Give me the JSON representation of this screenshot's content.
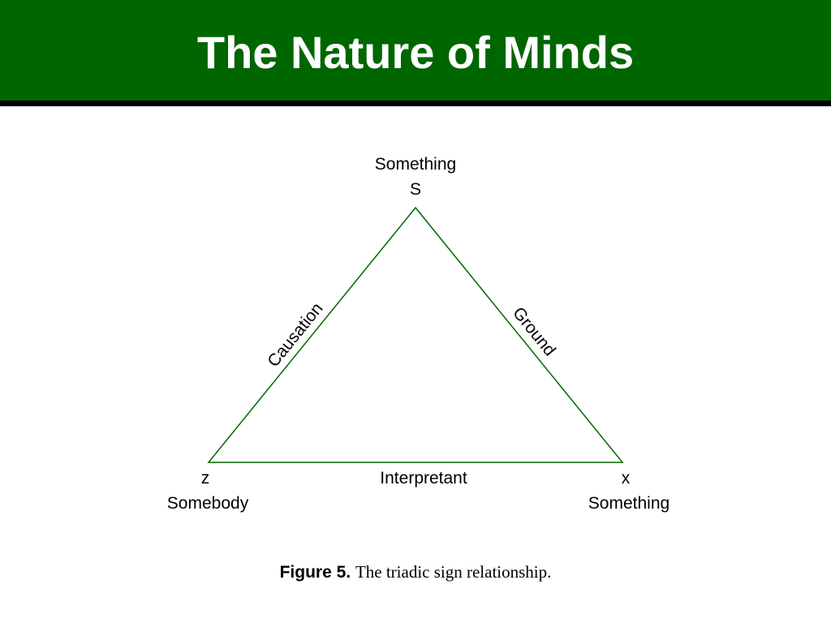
{
  "slide": {
    "title": "The Nature of Minds",
    "header_color": "#006600",
    "rule_color": "#000000"
  },
  "diagram": {
    "line_color": "#006600",
    "top_vertex": {
      "name": "Something",
      "symbol": "S"
    },
    "left_vertex": {
      "symbol": "z",
      "name": "Somebody"
    },
    "right_vertex": {
      "symbol": "x",
      "name": "Something"
    },
    "edges": {
      "left": "Causation",
      "right": "Ground",
      "bottom": "Interpretant"
    }
  },
  "caption": {
    "label": "Figure 5.",
    "text": "The triadic sign relationship."
  }
}
